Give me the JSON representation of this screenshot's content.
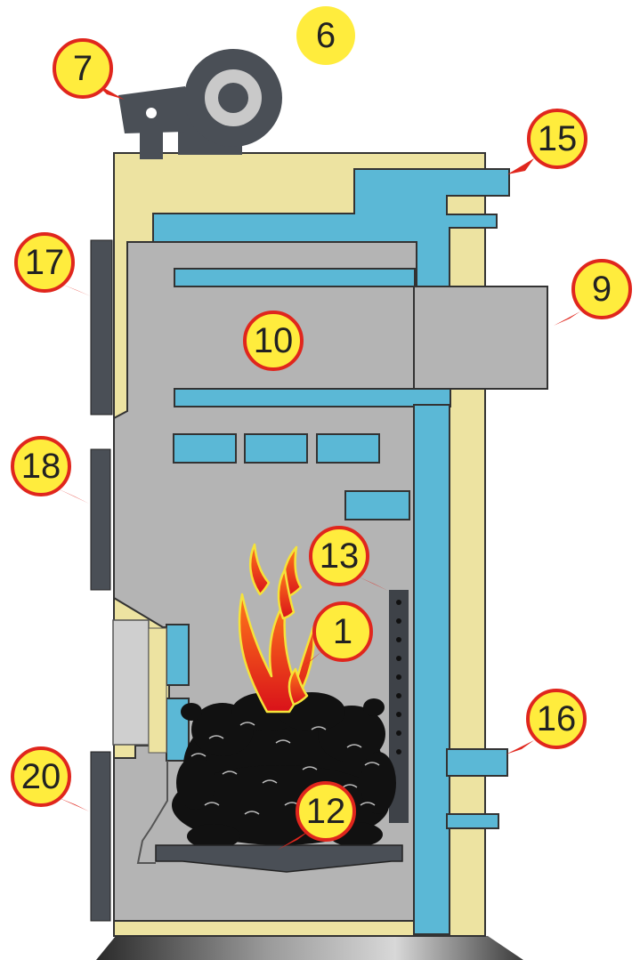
{
  "callouts": [
    {
      "id": "6",
      "label": "6",
      "part": "fan"
    },
    {
      "id": "7",
      "label": "7",
      "part": "fan-damper"
    },
    {
      "id": "15",
      "label": "15",
      "part": "water-outlet"
    },
    {
      "id": "17",
      "label": "17",
      "part": "upper-door"
    },
    {
      "id": "9",
      "label": "9",
      "part": "flue-pipe"
    },
    {
      "id": "10",
      "label": "10",
      "part": "heat-exchanger"
    },
    {
      "id": "18",
      "label": "18",
      "part": "loading-door"
    },
    {
      "id": "13",
      "label": "13",
      "part": "air-distribution-plate"
    },
    {
      "id": "1",
      "label": "1",
      "part": "combustion-chamber"
    },
    {
      "id": "16",
      "label": "16",
      "part": "water-inlet"
    },
    {
      "id": "20",
      "label": "20",
      "part": "ash-door"
    },
    {
      "id": "12",
      "label": "12",
      "part": "grate"
    }
  ],
  "colors": {
    "water": "#5bb8d6",
    "insulation": "#ede3a1",
    "steel": "#b4b4b4",
    "door": "#4a4f56",
    "fire": "#e8231c",
    "callout_fill": "#ffec3d",
    "callout_ring": "#e0261d",
    "fuel": "#111111"
  }
}
